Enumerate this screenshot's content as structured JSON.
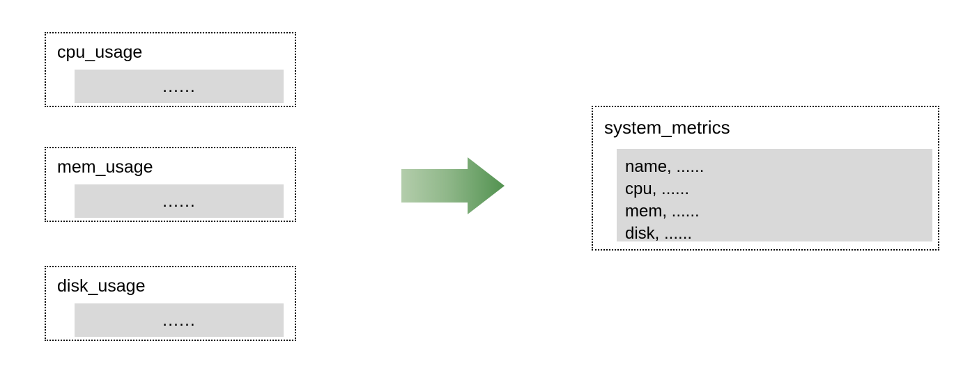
{
  "diagram": {
    "type": "data-merge-flow",
    "ellipsis": "......",
    "colors": {
      "panel_fill": "#d9d9d9",
      "box_border": "#000000",
      "arrow_light": "#a8c7a0",
      "arrow_dark": "#549451",
      "background": "#ffffff",
      "text": "#000000"
    },
    "sources": [
      {
        "id": "cpu_usage",
        "title": "cpu_usage",
        "body_text": "......"
      },
      {
        "id": "mem_usage",
        "title": "mem_usage",
        "body_text": "......"
      },
      {
        "id": "disk_usage",
        "title": "disk_usage",
        "body_text": "......"
      }
    ],
    "arrow": {
      "name": "right-arrow-icon",
      "direction": "right",
      "gradient_from": "#a8c7a0",
      "gradient_to": "#549451"
    },
    "target": {
      "id": "system_metrics",
      "title": "system_metrics",
      "fields": [
        {
          "label": "name, ......"
        },
        {
          "label": "cpu, ......"
        },
        {
          "label": "mem, ......"
        },
        {
          "label": "disk, ......"
        }
      ]
    }
  }
}
